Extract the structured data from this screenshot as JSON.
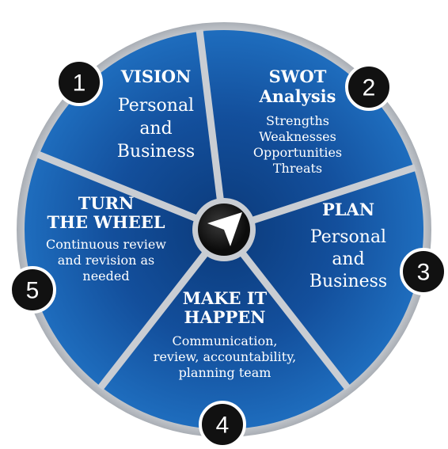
{
  "segments": [
    {
      "number": "1",
      "title": [
        "VISION"
      ],
      "body": [
        "Personal",
        "and",
        "Business"
      ]
    },
    {
      "number": "2",
      "title": [
        "SWOT",
        "Analysis"
      ],
      "body": [
        "Strengths",
        "Weaknesses",
        "Opportunities",
        "Threats"
      ]
    },
    {
      "number": "3",
      "title": [
        "PLAN"
      ],
      "body": [
        "Personal",
        "and",
        "Business"
      ]
    },
    {
      "number": "4",
      "title": [
        "MAKE IT",
        "HAPPEN"
      ],
      "body": [
        "Communication,",
        "review, accountability,",
        "planning team"
      ]
    },
    {
      "number": "5",
      "title": [
        "TURN",
        "THE WHEEL"
      ],
      "body": [
        "Continuous review",
        "and revision as",
        "needed"
      ]
    }
  ],
  "center_icon": "navigation-arrow-icon",
  "colors": {
    "rim": "#c9cdd3",
    "segment_light": "#1f6fc0",
    "segment_dark": "#0b3a7a",
    "divider": "#c9cdd3",
    "badge": "#111111",
    "badge_border": "#ffffff",
    "hub": "#151515",
    "text": "#ffffff"
  }
}
